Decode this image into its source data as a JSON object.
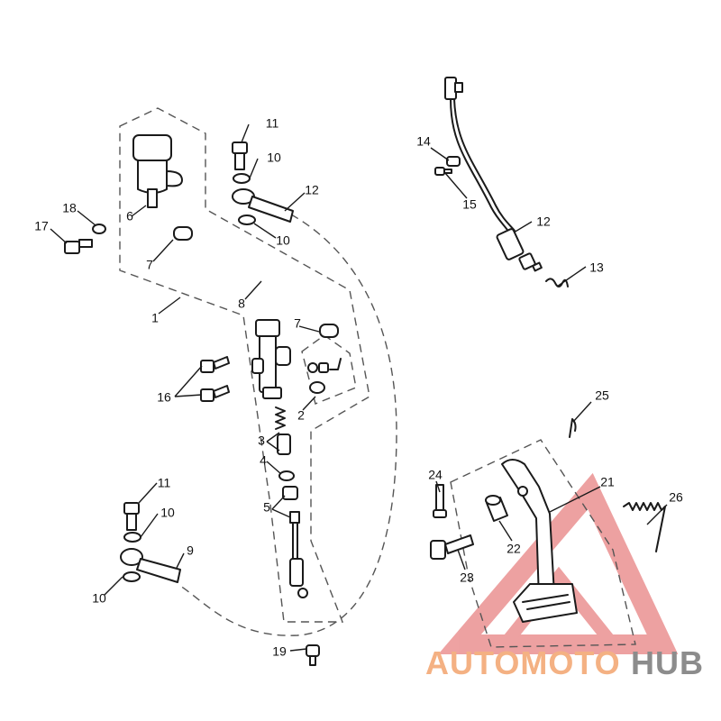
{
  "callouts": [
    "1",
    "2",
    "3",
    "4",
    "5",
    "6",
    "7",
    "7",
    "8",
    "9",
    "10",
    "10",
    "10",
    "10",
    "11",
    "11",
    "12",
    "12",
    "13",
    "14",
    "15",
    "16",
    "17",
    "18",
    "19",
    "21",
    "22",
    "23",
    "24",
    "25",
    "26"
  ],
  "watermark": {
    "part1": "AUTOMOTO",
    "part2": "HUB",
    "color_primary": "#f4b183",
    "color_secondary": "#8c8c8c",
    "logo_color": "#e05555"
  },
  "colors": {
    "line": "#1a1a1a",
    "dash": "#555555",
    "background": "#ffffff"
  }
}
